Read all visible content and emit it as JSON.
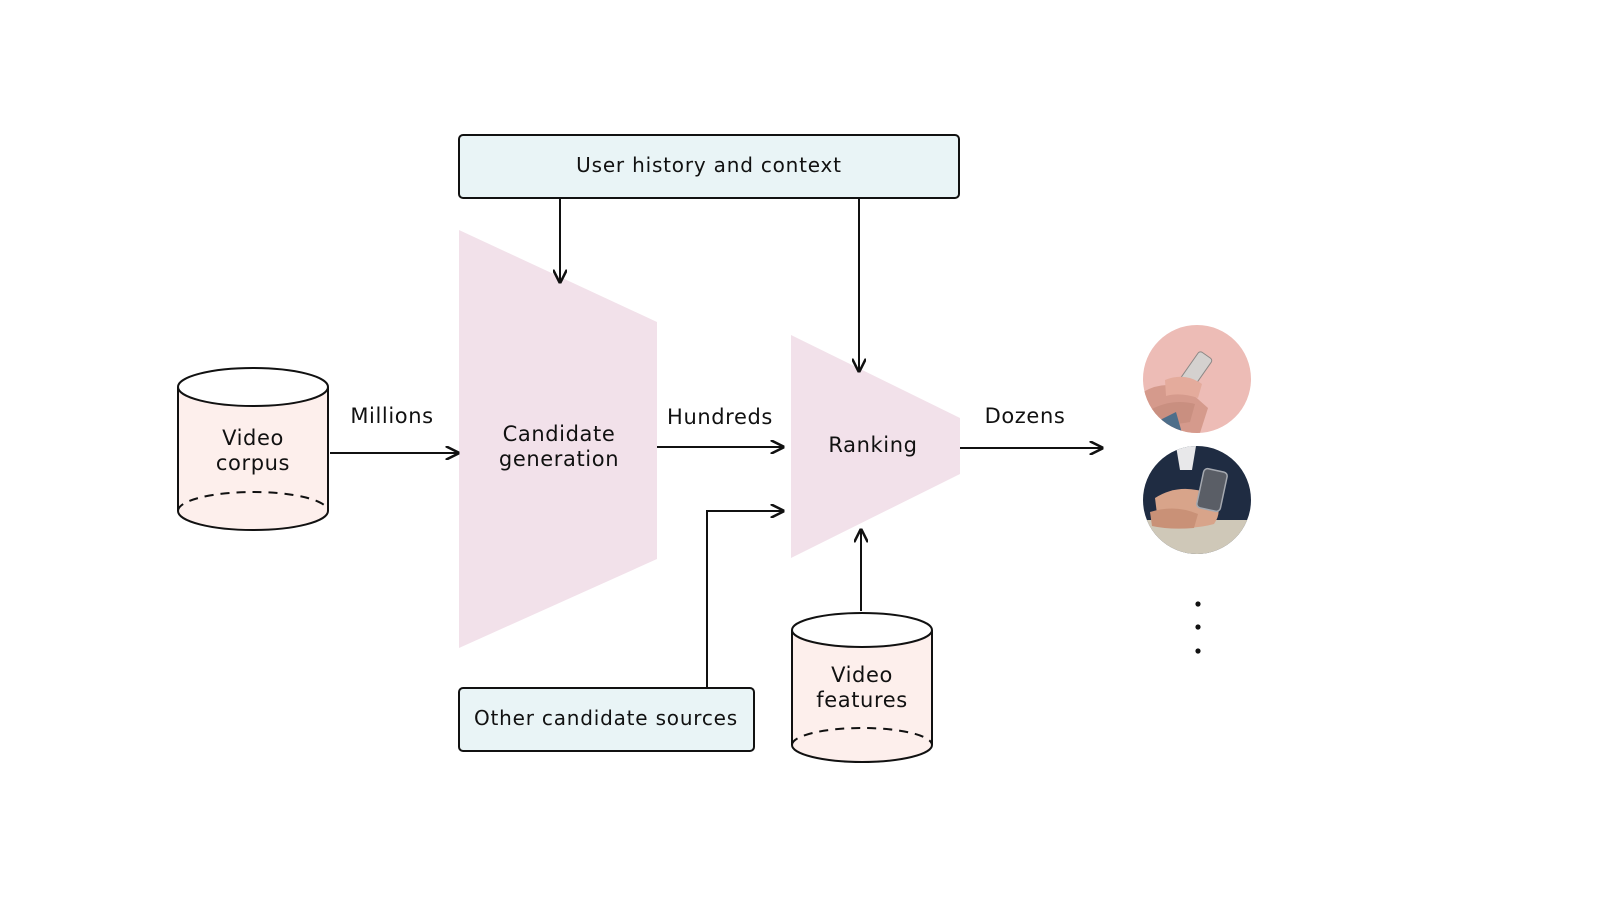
{
  "colors": {
    "box_fill": "#e9f4f6",
    "cylinder_fill": "#fdefec",
    "funnel_fill": "#f2e1ea",
    "stroke": "#111111",
    "thumb1_bg": "#edbcb6",
    "thumb2_bg": "#1f2c42"
  },
  "nodes": {
    "user_history": "User history and context",
    "other_sources": "Other candidate sources",
    "video_corpus": [
      "Video",
      "corpus"
    ],
    "candidate_generation": [
      "Candidate",
      "generation"
    ],
    "ranking": "Ranking",
    "video_features": [
      "Video",
      "features"
    ]
  },
  "edges": {
    "millions": "Millions",
    "hundreds": "Hundreds",
    "dozens": "Dozens"
  },
  "output": {
    "images": [
      "phone-hands-pink-image",
      "phone-hands-dark-image"
    ],
    "more_indicator": "vertical-ellipsis-icon"
  }
}
